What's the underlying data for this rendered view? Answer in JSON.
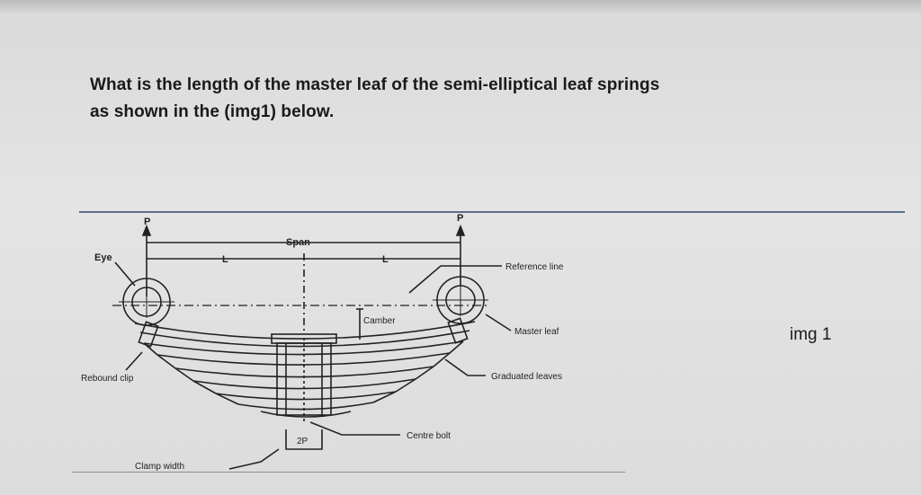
{
  "question": {
    "line1": "What is the length of the master leaf of the semi-elliptical leaf springs",
    "line2": "as shown in the (img1) below."
  },
  "figure": {
    "caption": "img 1",
    "labels": {
      "load_left": "P",
      "load_right": "P",
      "span": "Span",
      "half_left": "L",
      "half_right": "L",
      "eye": "Eye",
      "reference_line": "Reference line",
      "camber": "Camber",
      "master_leaf": "Master leaf",
      "rebound_clip": "Rebound clip",
      "graduated_leaves": "Graduated leaves",
      "centre_bolt": "Centre bolt",
      "bolt_width": "2P",
      "clamp_width": "Clamp width"
    }
  }
}
